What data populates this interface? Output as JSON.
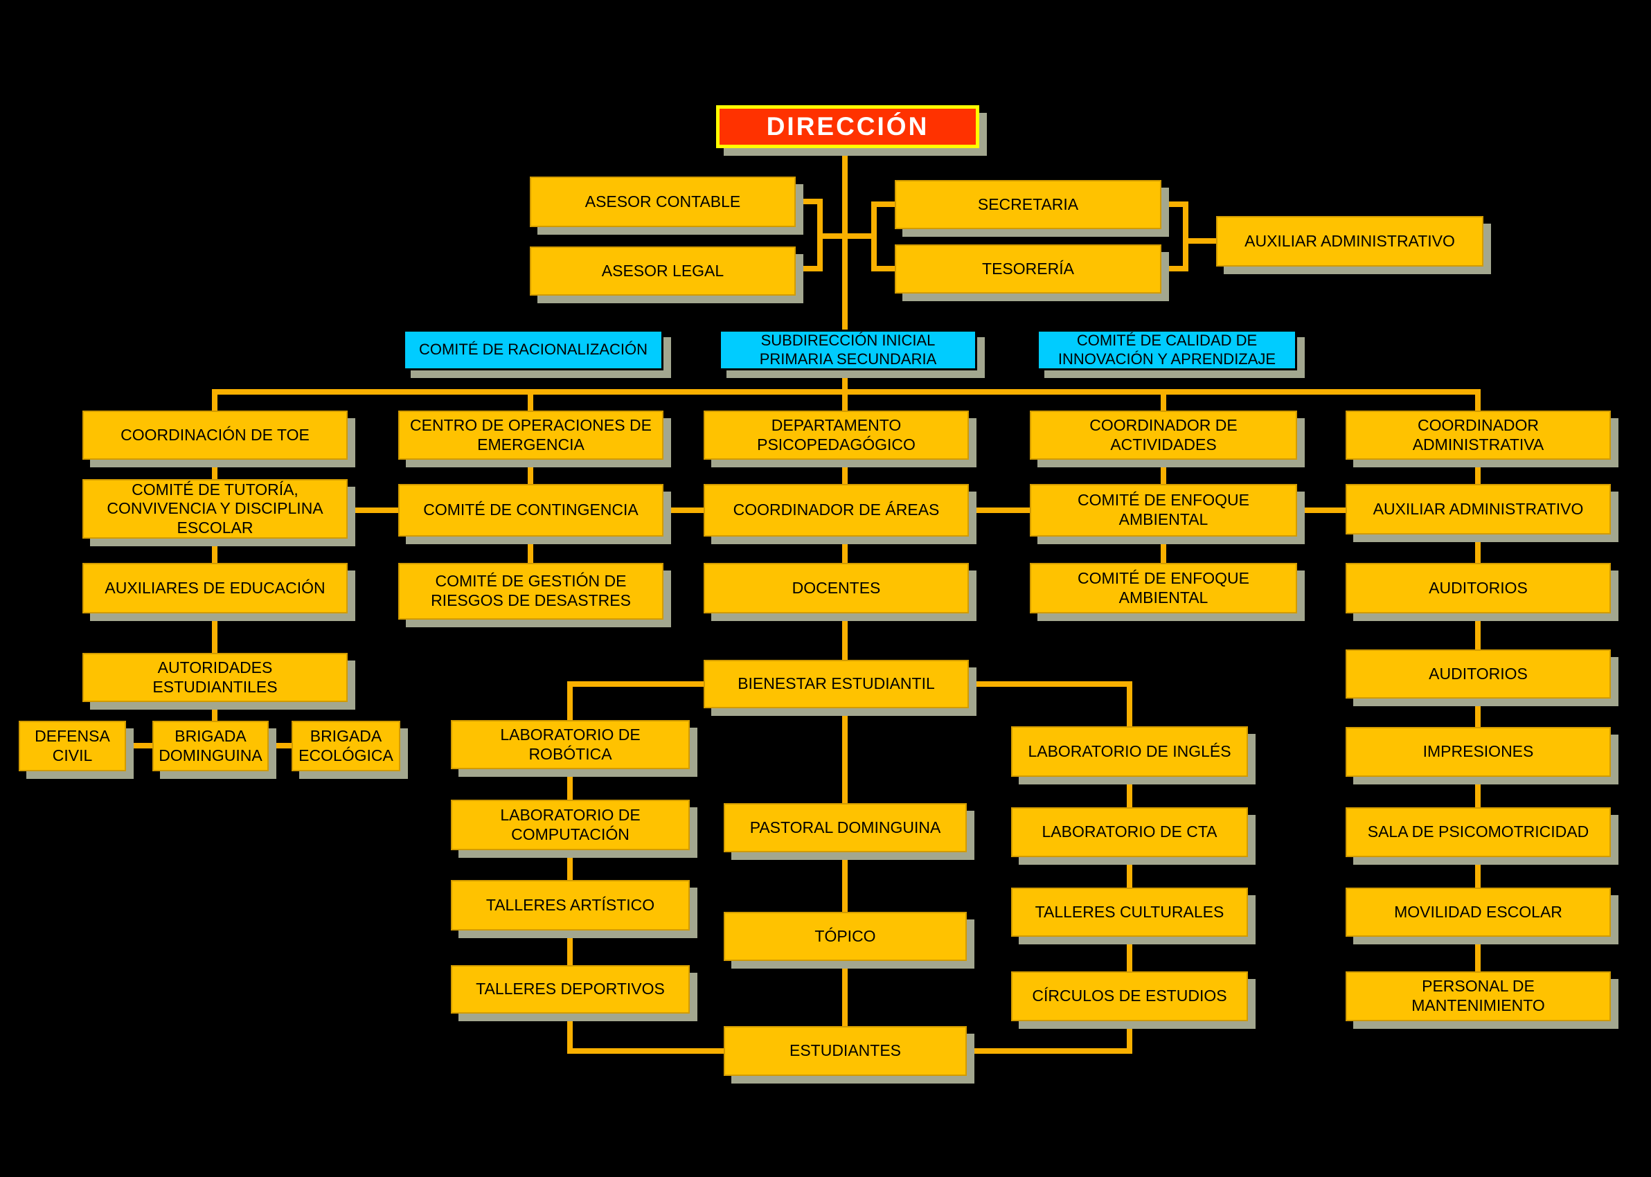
{
  "background_color": "#000000",
  "colors": {
    "gold_box": "#FFC200",
    "gold_border": "#D29B00",
    "connector": "#F9B000",
    "blue_box": "#00CCFF",
    "direccion_fill": "#FF3200",
    "direccion_border": "#FFFF00",
    "direccion_text": "#FFFFFF",
    "box_text": "#000000",
    "shadow": "#A3A78F"
  },
  "org": {
    "nodes": [
      {
        "id": "direccion",
        "label": "DIRECCIÓN",
        "type": "title"
      },
      {
        "id": "asesor-contable",
        "label": "ASESOR CONTABLE",
        "type": "gold"
      },
      {
        "id": "asesor-legal",
        "label": "ASESOR LEGAL",
        "type": "gold"
      },
      {
        "id": "secretaria",
        "label": "SECRETARIA",
        "type": "gold"
      },
      {
        "id": "tesoreria",
        "label": "TESORERÍA",
        "type": "gold"
      },
      {
        "id": "auxiliar-administrativo-top",
        "label": "AUXILIAR ADMINISTRATIVO",
        "type": "gold"
      },
      {
        "id": "comite-racionalizacion",
        "label": "COMITÉ DE RACIONALIZACIÓN",
        "type": "blue"
      },
      {
        "id": "subdireccion",
        "label": "SUBDIRECCIÓN INICIAL PRIMARIA SECUNDARIA",
        "type": "blue"
      },
      {
        "id": "comite-calidad",
        "label": "COMITÉ DE CALIDAD DE INNOVACIÓN Y APRENDIZAJE",
        "type": "blue"
      },
      {
        "id": "coordinacion-toe",
        "label": "COORDINACIÓN DE TOE",
        "type": "gold"
      },
      {
        "id": "centro-operaciones-emergencia",
        "label": "CENTRO DE OPERACIONES DE EMERGENCIA",
        "type": "gold"
      },
      {
        "id": "departamento-psicopedagogico",
        "label": "DEPARTAMENTO PSICOPEDAGÓGICO",
        "type": "gold"
      },
      {
        "id": "coordinador-actividades",
        "label": "COORDINADOR DE ACTIVIDADES",
        "type": "gold"
      },
      {
        "id": "coordinador-administrativa",
        "label": "COORDINADOR ADMINISTRATIVA",
        "type": "gold"
      },
      {
        "id": "comite-tutoria",
        "label": "COMITÉ DE TUTORÍA, CONVIVENCIA Y DISCIPLINA ESCOLAR",
        "type": "gold"
      },
      {
        "id": "comite-contingencia",
        "label": "COMITÉ DE CONTINGENCIA",
        "type": "gold"
      },
      {
        "id": "coordinador-areas",
        "label": "COORDINADOR DE ÁREAS",
        "type": "gold"
      },
      {
        "id": "comite-enfoque-ambiental-1",
        "label": "COMITÉ DE ENFOQUE AMBIENTAL",
        "type": "gold"
      },
      {
        "id": "auxiliar-administrativo-2",
        "label": "AUXILIAR ADMINISTRATIVO",
        "type": "gold"
      },
      {
        "id": "auxiliares-educacion",
        "label": "AUXILIARES DE EDUCACIÓN",
        "type": "gold"
      },
      {
        "id": "comite-gestion-riesgos",
        "label": "COMITÉ DE GESTIÓN DE RIESGOS DE DESASTRES",
        "type": "gold"
      },
      {
        "id": "docentes",
        "label": "DOCENTES",
        "type": "gold"
      },
      {
        "id": "comite-enfoque-ambiental-2",
        "label": "COMITÉ DE ENFOQUE AMBIENTAL",
        "type": "gold"
      },
      {
        "id": "auditorios-1",
        "label": "AUDITORIOS",
        "type": "gold"
      },
      {
        "id": "autoridades-estudiantiles",
        "label": "AUTORIDADES ESTUDIANTILES",
        "type": "gold"
      },
      {
        "id": "bienestar-estudiantil",
        "label": "BIENESTAR ESTUDIANTIL",
        "type": "gold"
      },
      {
        "id": "auditorios-2",
        "label": "AUDITORIOS",
        "type": "gold"
      },
      {
        "id": "defensa-civil",
        "label": "DEFENSA CIVIL",
        "type": "gold"
      },
      {
        "id": "brigada-dominguina",
        "label": "BRIGADA DOMINGUINA",
        "type": "gold"
      },
      {
        "id": "brigada-ecologica",
        "label": "BRIGADA ECOLÓGICA",
        "type": "gold"
      },
      {
        "id": "lab-robotica",
        "label": "LABORATORIO DE ROBÓTICA",
        "type": "gold"
      },
      {
        "id": "lab-ingles",
        "label": "LABORATORIO DE INGLÉS",
        "type": "gold"
      },
      {
        "id": "impresiones",
        "label": "IMPRESIONES",
        "type": "gold"
      },
      {
        "id": "lab-computacion",
        "label": "LABORATORIO DE COMPUTACIÓN",
        "type": "gold"
      },
      {
        "id": "pastoral-dominguina",
        "label": "PASTORAL DOMINGUINA",
        "type": "gold"
      },
      {
        "id": "lab-cta",
        "label": "LABORATORIO DE CTA",
        "type": "gold"
      },
      {
        "id": "sala-psicomotricidad",
        "label": "SALA DE PSICOMOTRICIDAD",
        "type": "gold"
      },
      {
        "id": "talleres-artistico",
        "label": "TALLERES ARTÍSTICO",
        "type": "gold"
      },
      {
        "id": "topico",
        "label": "TÓPICO",
        "type": "gold"
      },
      {
        "id": "talleres-culturales",
        "label": "TALLERES CULTURALES",
        "type": "gold"
      },
      {
        "id": "movilidad-escolar",
        "label": "MOVILIDAD ESCOLAR",
        "type": "gold"
      },
      {
        "id": "talleres-deportivos",
        "label": "TALLERES DEPORTIVOS",
        "type": "gold"
      },
      {
        "id": "circulos-estudios",
        "label": "CÍRCULOS DE ESTUDIOS",
        "type": "gold"
      },
      {
        "id": "personal-mantenimiento",
        "label": "PERSONAL DE MANTENIMIENTO",
        "type": "gold"
      },
      {
        "id": "estudiantes",
        "label": "ESTUDIANTES",
        "type": "gold"
      }
    ]
  }
}
